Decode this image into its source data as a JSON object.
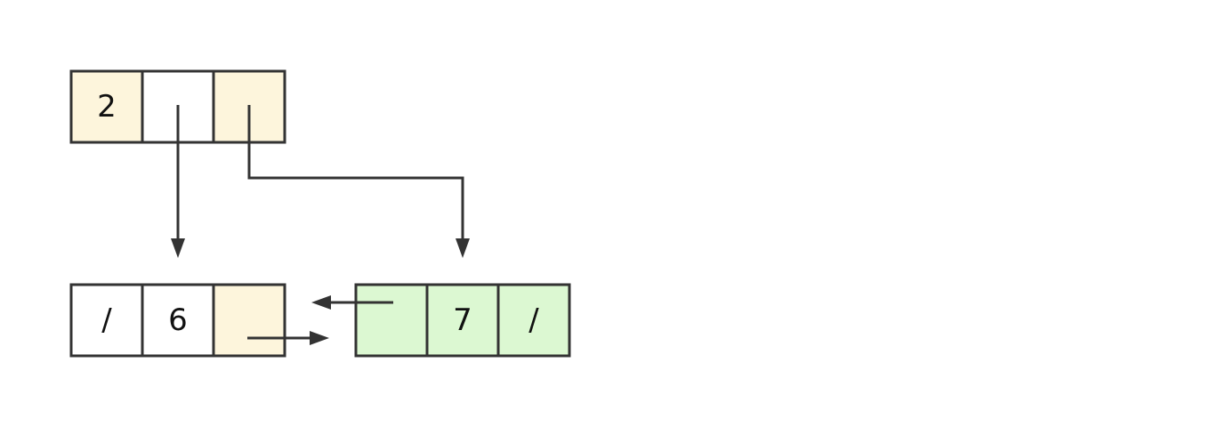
{
  "colors": {
    "header_fill": "#fdf5dc",
    "left_highlight_fill": "#fdf5dc",
    "right_node_fill": "#dcf8d2",
    "plain_fill": "#ffffff",
    "stroke": "#333333"
  },
  "header_node": {
    "cells": [
      "2",
      "",
      ""
    ]
  },
  "left_node": {
    "cells": [
      "/",
      "6",
      ""
    ]
  },
  "right_node": {
    "cells": [
      "",
      "7",
      "/"
    ]
  }
}
